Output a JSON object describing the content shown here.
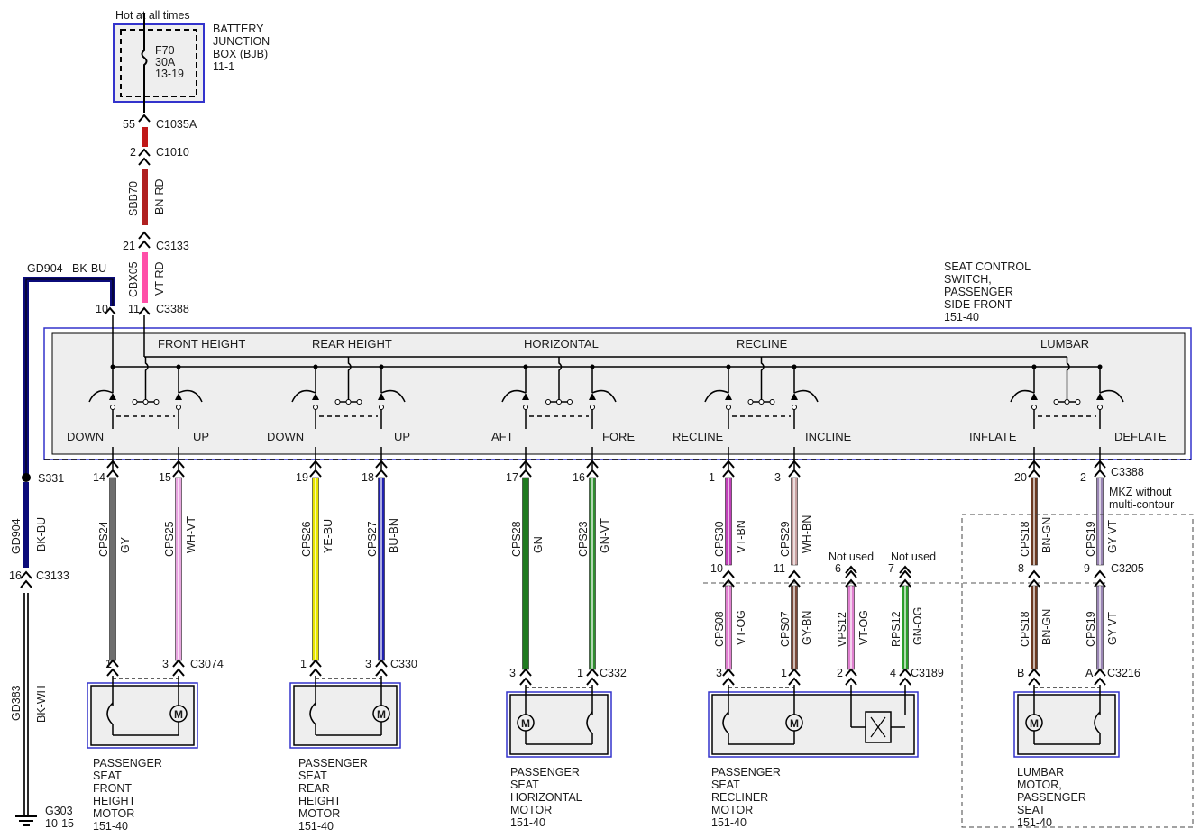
{
  "colors": {
    "GY": "#6e6e6e",
    "WH-VT": "#e8a6e0",
    "YE-BU": "#e8e600",
    "BU-BN": "#2020b0",
    "GN": "#1f7a1f",
    "GN-VT": "#2f8f2f",
    "VT-BN": "#c040b8",
    "WH-BN": "#c8a0a0",
    "VT-OG": "#e080d0",
    "GY-BN": "#7a4a3a",
    "GN-OG": "#2c9e2c",
    "BN-GN": "#6b3a22",
    "GY-VT": "#9a86b4",
    "BK-BU": "#0b0b7a",
    "BK-WH": "#2a2a2a",
    "BN-RD": "#b02020",
    "VT-RD": "#ff4fa8",
    "RD": "#c01818",
    "frame": "#3333cc",
    "box": "#eeeeee"
  },
  "fuse_box": {
    "hot": "Hot at all times",
    "fuse_id": "F70",
    "fuse_amp": "30A",
    "fuse_loc": "13-19",
    "name_lines": [
      "BATTERY",
      "JUNCTION",
      "BOX (BJB)",
      "11-1"
    ]
  },
  "feed": {
    "c1035_pin": "55",
    "c1035": "C1035A",
    "c1010_pin": "2",
    "c1010": "C1010",
    "circuit1": "SBB70",
    "color1": "BN-RD",
    "c3133_pin": "21",
    "c3133": "C3133",
    "circuit2": "CBX05",
    "color2": "VT-RD",
    "pin10": "10",
    "pin11": "11",
    "c3388": "C3388"
  },
  "ground_wire": {
    "top_circuit": "GD904",
    "top_color": "BK-BU",
    "splice": "S331",
    "mid_circuit": "GD904",
    "mid_color": "BK-BU",
    "pin": "16",
    "connector": "C3133",
    "low_circuit": "GD383",
    "low_color": "BK-WH",
    "ground_id": "G303",
    "ground_loc": "10-15"
  },
  "switch_box": {
    "name_lines": [
      "SEAT CONTROL",
      "SWITCH,",
      "PASSENGER",
      "SIDE FRONT",
      "151-40"
    ],
    "groups": [
      "FRONT HEIGHT",
      "REAR HEIGHT",
      "HORIZONTAL",
      "RECLINE",
      "LUMBAR"
    ],
    "positions": [
      "DOWN",
      "UP",
      "DOWN",
      "UP",
      "AFT",
      "FORE",
      "RECLINE",
      "INCLINE",
      "INFLATE",
      "DEFLATE"
    ]
  },
  "wires_upper": [
    {
      "pin": "14",
      "circuit": "CPS24",
      "color": "GY"
    },
    {
      "pin": "15",
      "circuit": "CPS25",
      "color": "WH-VT"
    },
    {
      "pin": "19",
      "circuit": "CPS26",
      "color": "YE-BU"
    },
    {
      "pin": "18",
      "circuit": "CPS27",
      "color": "BU-BN"
    },
    {
      "pin": "17",
      "circuit": "CPS28",
      "color": "GN"
    },
    {
      "pin": "16",
      "circuit": "CPS23",
      "color": "GN-VT"
    },
    {
      "pin": "1",
      "circuit": "CPS30",
      "color": "VT-BN"
    },
    {
      "pin": "3",
      "circuit": "CPS29",
      "color": "WH-BN"
    },
    {
      "pin": "20",
      "circuit": "CPS18",
      "color": "BN-GN"
    },
    {
      "pin": "2",
      "circuit": "CPS19",
      "color": "GY-VT"
    }
  ],
  "c3388_lower": "C3388",
  "mkz_note": [
    "MKZ without",
    "multi-contour"
  ],
  "inline_c3205": {
    "pins": [
      "10",
      "11",
      "6",
      "7",
      "8",
      "9"
    ],
    "connector": "C3205",
    "not_used_1": "Not used",
    "not_used_2": "Not used"
  },
  "wires_lower": [
    {
      "circuit": "CPS08",
      "color": "VT-OG"
    },
    {
      "circuit": "CPS07",
      "color": "GY-BN"
    },
    {
      "circuit": "VPS12",
      "color": "VT-OG"
    },
    {
      "circuit": "RPS12",
      "color": "GN-OG"
    },
    {
      "circuit": "CPS18",
      "color": "BN-GN"
    },
    {
      "circuit": "CPS19",
      "color": "GY-VT"
    }
  ],
  "motors": [
    {
      "pin_a": "1",
      "pin_b": "3",
      "connector": "C3074",
      "name_lines": [
        "PASSENGER",
        "SEAT",
        "FRONT",
        "HEIGHT",
        "MOTOR",
        "151-40"
      ]
    },
    {
      "pin_a": "1",
      "pin_b": "3",
      "connector": "C330",
      "name_lines": [
        "PASSENGER",
        "SEAT",
        "REAR",
        "HEIGHT",
        "MOTOR",
        "151-40"
      ]
    },
    {
      "pin_a": "3",
      "pin_b": "1",
      "connector": "C332",
      "name_lines": [
        "PASSENGER",
        "SEAT",
        "HORIZONTAL",
        "MOTOR",
        "151-40"
      ]
    },
    {
      "pins": [
        "3",
        "1",
        "2",
        "4"
      ],
      "connector": "C3189",
      "name_lines": [
        "PASSENGER",
        "SEAT",
        "RECLINER",
        "MOTOR",
        "151-40"
      ]
    },
    {
      "pin_a": "B",
      "pin_b": "A",
      "connector": "C3216",
      "name_lines": [
        "LUMBAR",
        "MOTOR,",
        "PASSENGER",
        "SEAT",
        "151-40"
      ]
    }
  ],
  "motor_symbol": "M"
}
